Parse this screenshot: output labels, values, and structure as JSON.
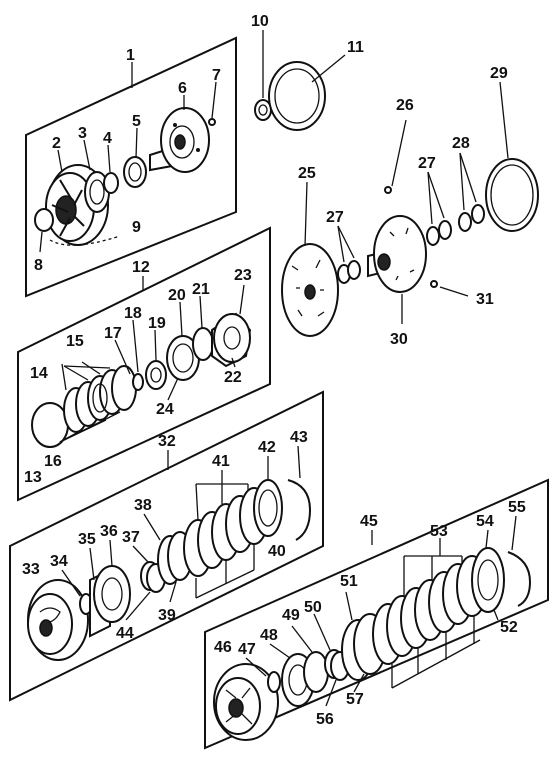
{
  "callouts": {
    "c1": "1",
    "c2": "2",
    "c3": "3",
    "c4": "4",
    "c5": "5",
    "c6": "6",
    "c7": "7",
    "c8": "8",
    "c9": "9",
    "c10": "10",
    "c11": "11",
    "c12": "12",
    "c13": "13",
    "c14": "14",
    "c15": "15",
    "c16": "16",
    "c17": "17",
    "c18": "18",
    "c19": "19",
    "c20": "20",
    "c21": "21",
    "c22": "22",
    "c23": "23",
    "c24": "24",
    "c25": "25",
    "c26": "26",
    "c27a": "27",
    "c27b": "27",
    "c28": "28",
    "c29": "29",
    "c30": "30",
    "c31": "31",
    "c32": "32",
    "c33": "33",
    "c34": "34",
    "c35": "35",
    "c36": "36",
    "c37": "37",
    "c38": "38",
    "c39": "39",
    "c40": "40",
    "c41": "41",
    "c42": "42",
    "c43": "43",
    "c44": "44",
    "c45": "45",
    "c46": "46",
    "c47": "47",
    "c48": "48",
    "c49": "49",
    "c50": "50",
    "c51": "51",
    "c52": "52",
    "c53": "53",
    "c54": "54",
    "c55": "55",
    "c56": "56",
    "c57": "57"
  }
}
